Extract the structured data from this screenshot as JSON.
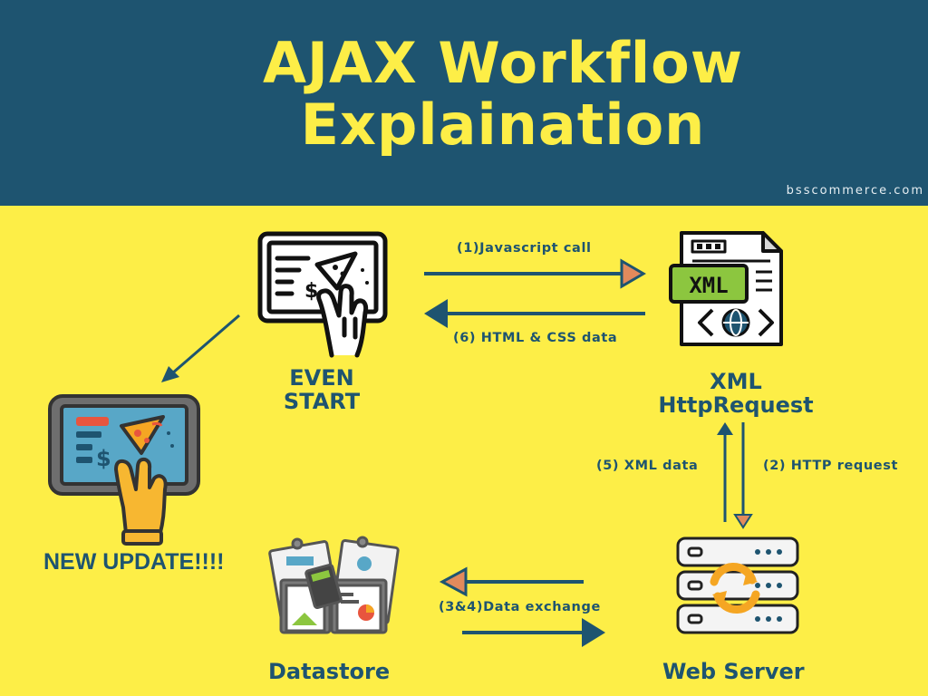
{
  "header": {
    "title_line1": "AJAX Workflow",
    "title_line2": "Explaination",
    "brand": "bsscommerce.com"
  },
  "nodes": {
    "even_start": {
      "line1": "EVEN",
      "line2": "START",
      "icon": "touch-screen-pizza-icon"
    },
    "xml_http_request": {
      "line1": "XML",
      "line2": "HttpRequest",
      "icon": "xml-document-icon",
      "badge": "XML"
    },
    "new_update": {
      "label": "NEW UPDATE!!!!",
      "icon": "tablet-touch-pizza-icon"
    },
    "datastore": {
      "label": "Datastore",
      "icon": "documents-calculator-icon"
    },
    "web_server": {
      "label": "Web Server",
      "icon": "server-sync-icon"
    }
  },
  "edges": {
    "javascript_call": "(1)Javascript call",
    "http_request": "(2) HTTP request",
    "data_exchange": "(3&4)Data exchange",
    "xml_data": "(5) XML data",
    "html_css_data": "(6) HTML & CSS data"
  },
  "colors": {
    "header_bg": "#1E5470",
    "page_bg": "#FDEE47",
    "title": "#FDEE47",
    "arrow": "#1E5470",
    "arrow_head": "#E28A5C",
    "icon_teal": "#58A7C7",
    "icon_green": "#8CC63F"
  }
}
